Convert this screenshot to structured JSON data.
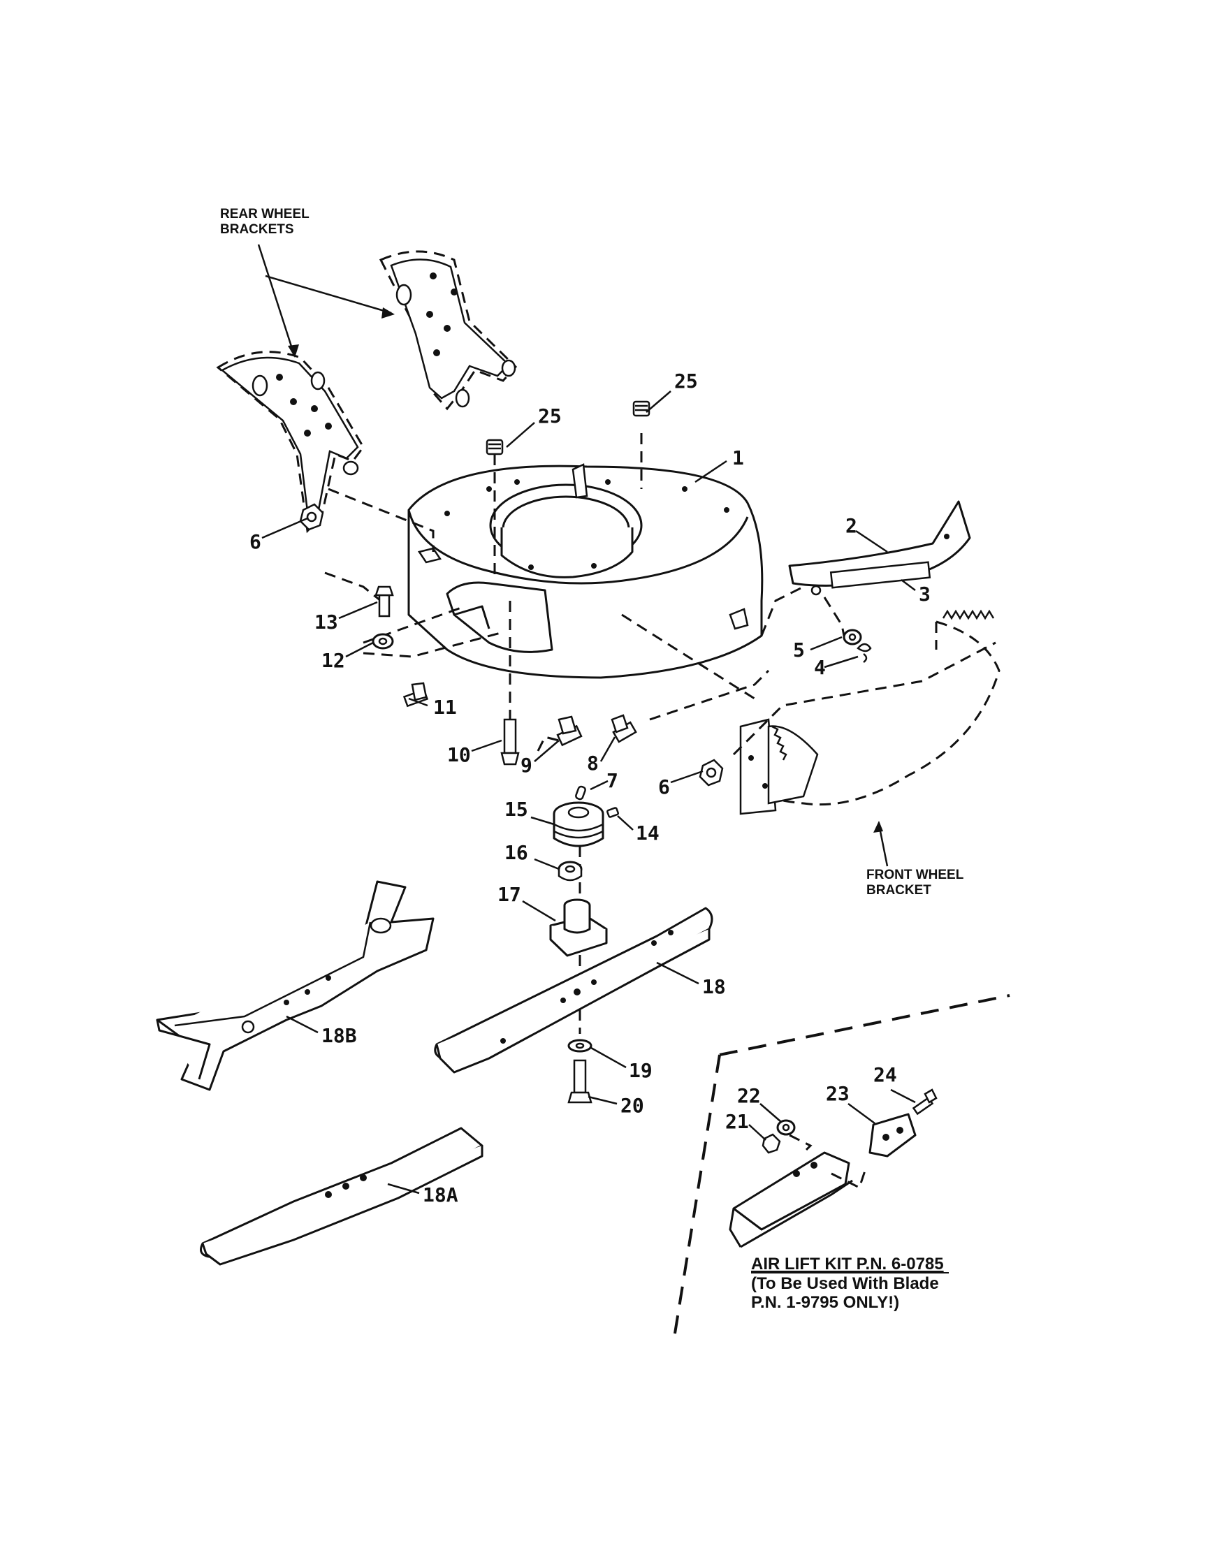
{
  "labels": {
    "rear_wheel_line1": "REAR WHEEL",
    "rear_wheel_line2": "BRACKETS",
    "front_wheel_line1": "FRONT WHEEL",
    "front_wheel_line2": "BRACKET"
  },
  "air_lift_kit": {
    "title": "AIR LIFT KIT P.N. 6-0785",
    "line2": "(To Be Used With Blade",
    "line3": "P.N. 1-9795 ONLY!)"
  },
  "callouts": {
    "c1": "1",
    "c2": "2",
    "c3": "3",
    "c4": "4",
    "c5": "5",
    "c6a": "6",
    "c6b": "6",
    "c7": "7",
    "c8": "8",
    "c9": "9",
    "c10": "10",
    "c11": "11",
    "c12": "12",
    "c13": "13",
    "c14": "14",
    "c15": "15",
    "c16": "16",
    "c17": "17",
    "c18": "18",
    "c18a": "18A",
    "c18b": "18B",
    "c19": "19",
    "c20": "20",
    "c21": "21",
    "c22": "22",
    "c23": "23",
    "c24": "24",
    "c25a": "25",
    "c25b": "25"
  }
}
